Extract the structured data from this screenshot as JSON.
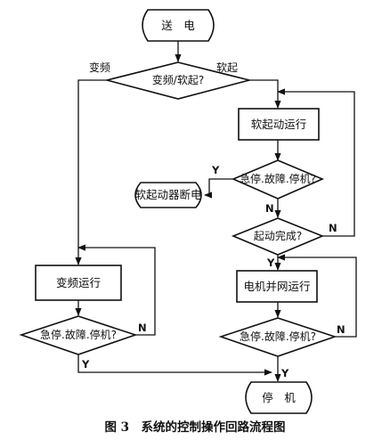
{
  "nodes": {
    "power_on": "送　电",
    "decision_mode": "变频/软起?",
    "soft_start_run": "软起动运行",
    "decision_fault_soft": "急停.故障.停机?",
    "soft_starter_off": "软起动器断电",
    "decision_start_done": "起动完成?",
    "motor_grid_run": "电机并网运行",
    "decision_fault_grid": "急停.故障.停机?",
    "vfd_run": "变频运行",
    "decision_fault_vfd": "急停.故障.停机?",
    "stop": "停　机"
  },
  "edges": {
    "mode_vfd": "变频",
    "mode_soft": "软起",
    "fault_soft_yes": "Y",
    "fault_soft_no": "N",
    "start_done_yes": "Y",
    "start_done_no": "N",
    "fault_grid_yes": "Y",
    "fault_grid_no": "N",
    "fault_vfd_yes": "Y",
    "fault_vfd_no": "N"
  },
  "caption": "图 3　系统的控制操作回路流程图"
}
